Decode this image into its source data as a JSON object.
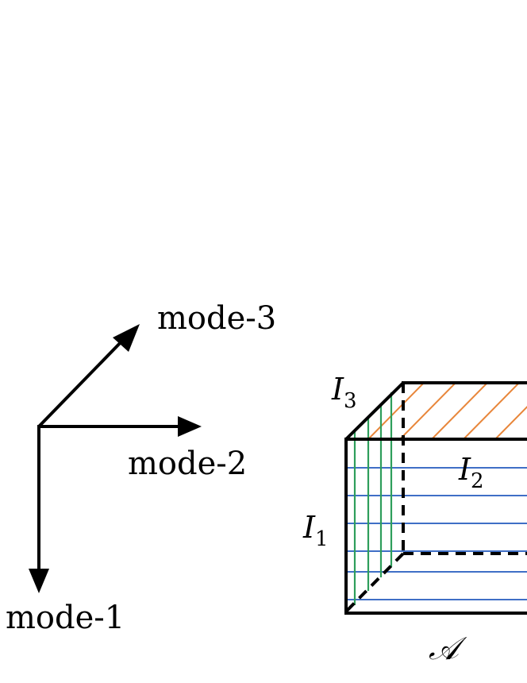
{
  "axes": {
    "mode1_label": "mode-1",
    "mode2_label": "mode-2",
    "mode3_label": "mode-3"
  },
  "tensor": {
    "dim1_label": "I",
    "dim1_sub": "1",
    "dim2_label": "I",
    "dim2_sub": "2",
    "dim3_label": "I",
    "dim3_sub": "3",
    "name": "𝒜"
  },
  "colors": {
    "outline": "#000000",
    "mode1_fibers": "#2e9e5b",
    "mode2_fibers": "#3f6fc6",
    "mode3_fibers": "#e8863a"
  }
}
